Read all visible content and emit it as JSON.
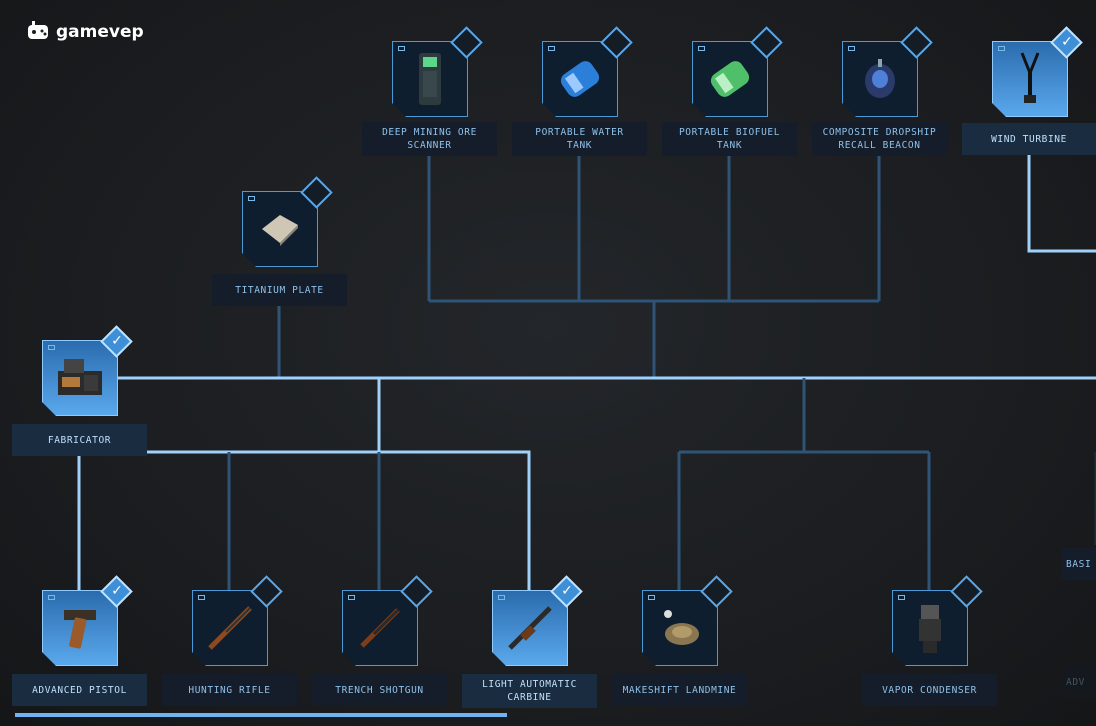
{
  "brand": {
    "name": "gamevep"
  },
  "research_progress": 0.45,
  "nodes": {
    "deep_mining": "DEEP MINING ORE\nSCANNER",
    "water_tank": "PORTABLE WATER\nTANK",
    "biofuel_tank": "PORTABLE BIOFUEL\nTANK",
    "dropship_beacon": "COMPOSITE DROPSHIP\nRECALL BEACON",
    "wind_turbine": "WIND TURBINE",
    "titanium_plate": "TITANIUM PLATE",
    "fabricator": "FABRICATOR",
    "advanced_pistol": "ADVANCED PISTOL",
    "hunting_rifle": "HUNTING RIFLE",
    "trench_shotgun": "TRENCH SHOTGUN",
    "light_carbine": "LIGHT AUTOMATIC\nCARBINE",
    "landmine": "MAKESHIFT LANDMINE",
    "vapor_condenser": "VAPOR CONDENSER",
    "basic_partial": "BASI",
    "adv_partial": "ADV"
  },
  "colors": {
    "link_active": "#9fd1fb",
    "link_inactive": "#2f5478",
    "tile_unlocked": "#5aa8ec",
    "tile_locked": "#0f1e2e"
  },
  "icons": {
    "deep_mining": "handheld-scanner-icon",
    "water_tank": "blue-tank-icon",
    "biofuel_tank": "green-tank-icon",
    "dropship_beacon": "beacon-icon",
    "wind_turbine": "turbine-icon",
    "titanium_plate": "metal-plate-icon",
    "fabricator": "fabricator-machine-icon",
    "advanced_pistol": "pistol-icon",
    "hunting_rifle": "rifle-icon",
    "trench_shotgun": "shotgun-icon",
    "light_carbine": "carbine-icon",
    "landmine": "landmine-icon",
    "vapor_condenser": "condenser-icon"
  }
}
